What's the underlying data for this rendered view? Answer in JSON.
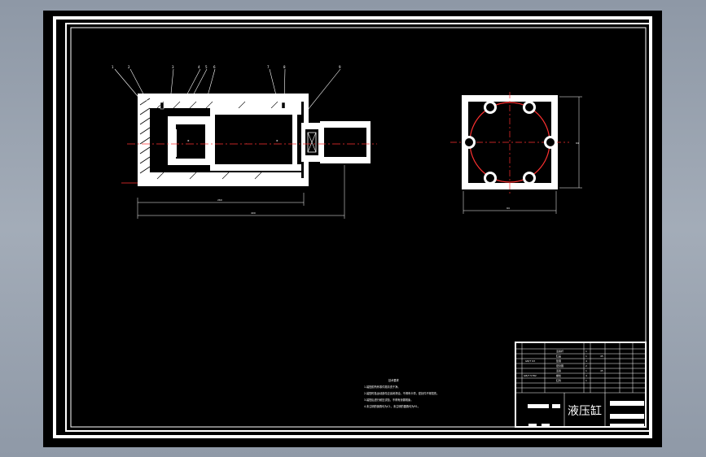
{
  "drawing": {
    "title_block": {
      "drawing_title": "液压缸"
    },
    "technical_notes": {
      "heading": "技术要求",
      "lines": [
        "1.装配前所有零件需清洗干净。",
        "2.装配时各运动部件应涂润滑油，不得有卡滞，密封件不得损伤。",
        "3.装配后进行耐压试验，不得有渗漏现象。",
        "4.未注明的倒角均为C1，未注明的圆角均为R1。"
      ]
    },
    "part_labels": [
      "1",
      "2",
      "3",
      "4",
      "5",
      "6",
      "7",
      "8",
      "9"
    ],
    "dimensions": {
      "inner_length": "260",
      "overall_length": "400",
      "side_width": "94",
      "side_height": "94"
    },
    "bom_rows": [
      {
        "code": "",
        "name": "活塞杆",
        "qty": "1",
        "note": ""
      },
      {
        "code": "",
        "name": "缸盖",
        "qty": "1",
        "note": "45"
      },
      {
        "code": "GB/T 93",
        "name": "垫圈",
        "qty": "4",
        "note": ""
      },
      {
        "code": "",
        "name": "密封圈",
        "qty": "2",
        "note": ""
      },
      {
        "code": "",
        "name": "活塞",
        "qty": "1",
        "note": "45"
      },
      {
        "code": "GB/T 5782",
        "name": "螺栓",
        "qty": "4",
        "note": ""
      },
      {
        "code": "",
        "name": "缸筒",
        "qty": "1",
        "note": ""
      }
    ],
    "colors": {
      "background": "#000000",
      "lines": "#ffffff",
      "centerline": "#ff3030",
      "frame_outer": "#ffffff"
    }
  }
}
